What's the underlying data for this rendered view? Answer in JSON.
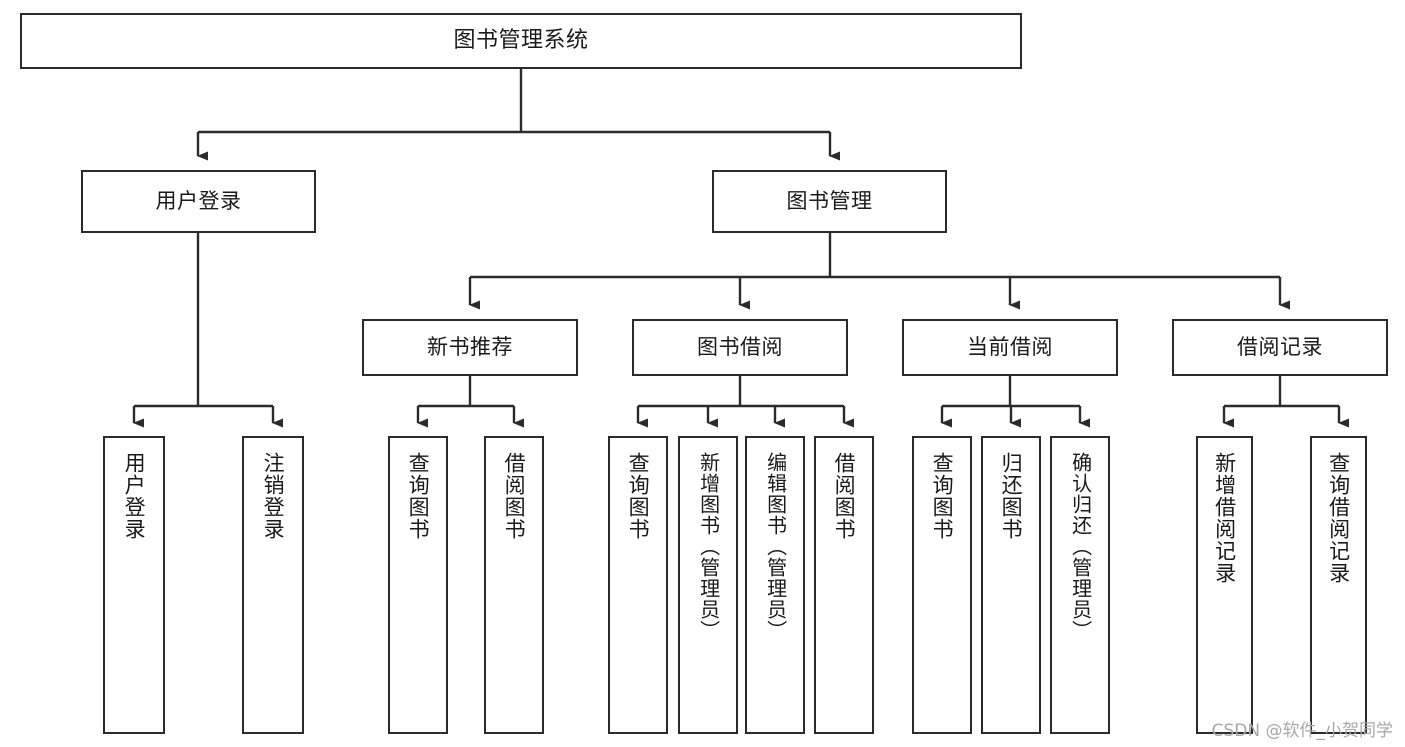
{
  "diagram": {
    "title": "图书管理系统",
    "type": "tree-hierarchy",
    "levels": 4,
    "colors": {
      "stroke": "#2b2b2b",
      "fill": "#ffffff",
      "text": "#1a1a1a",
      "watermark": "#a8a8a8"
    }
  },
  "root": {
    "label": "图书管理系统"
  },
  "level2": [
    {
      "label": "用户登录"
    },
    {
      "label": "图书管理"
    }
  ],
  "level3": [
    {
      "label": "新书推荐"
    },
    {
      "label": "图书借阅"
    },
    {
      "label": "当前借阅"
    },
    {
      "label": "借阅记录"
    }
  ],
  "leaves": {
    "user_login": [
      {
        "label": "用户登录"
      },
      {
        "label": "注销登录"
      }
    ],
    "new_book_recommend": [
      {
        "label": "查询图书"
      },
      {
        "label": "借阅图书"
      }
    ],
    "book_borrow": [
      {
        "label": "查询图书"
      },
      {
        "label": "新增图书（管理员）"
      },
      {
        "label": "编辑图书（管理员）"
      },
      {
        "label": "借阅图书"
      }
    ],
    "current_borrow": [
      {
        "label": "查询图书"
      },
      {
        "label": "归还图书"
      },
      {
        "label": "确认归还（管理员）"
      }
    ],
    "borrow_record": [
      {
        "label": "新增借阅记录"
      },
      {
        "label": "查询借阅记录"
      }
    ]
  },
  "watermark": {
    "text": "CSDN @软件_小贺同学"
  }
}
